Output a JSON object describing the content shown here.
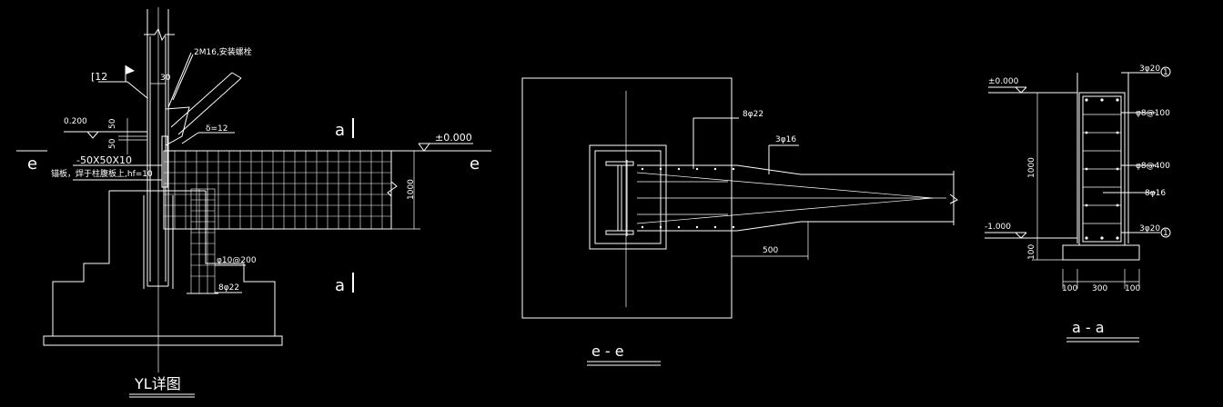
{
  "left_detail": {
    "title": "YL详图",
    "labels": {
      "bolt": "2M16,安装螺栓",
      "channel": "[12",
      "dim_30": "30",
      "elev_0200": "0.200",
      "dim_50a": "50",
      "dim_50b": "50",
      "plate_d": "δ=12",
      "angle": "-50X50X10",
      "weld_note": "锚板，焊于柱腹板上,hf=10",
      "elev_0000": "±0.000",
      "dim_1000": "1000",
      "stirrup": "φ10@200",
      "rebar_bottom": "8φ22",
      "section_a_top": "a",
      "section_a_bottom": "a",
      "section_e_left": "e",
      "section_e_right": "e"
    }
  },
  "middle_detail": {
    "title": "e - e",
    "labels": {
      "rebar_top": "8φ22",
      "rebar_side": "3φ16",
      "dim_500": "500"
    }
  },
  "right_detail": {
    "title": "a - a",
    "labels": {
      "top_bar": "3φ20",
      "elev_0000": "±0.000",
      "stirrup1": "φ8@100",
      "dim_1000": "1000",
      "stirrup2": "φ8@400",
      "side_bar": "8φ16",
      "elev_m1000": "-1.000",
      "bottom_bar": "3φ20",
      "dim_100a": "100",
      "dim_100b": "100",
      "dim_300": "300",
      "dim_100c": "100",
      "marker1": "1",
      "marker2": "1"
    }
  }
}
